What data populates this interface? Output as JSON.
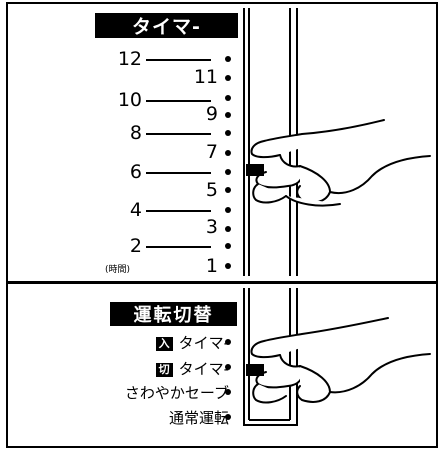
{
  "timer_panel": {
    "title": "タイマ-",
    "hours_left": [
      "12",
      "10",
      "8",
      "6",
      "4",
      "2"
    ],
    "hours_right": [
      "11",
      "9",
      "7",
      "5",
      "3",
      "1"
    ],
    "unit": "(時間)"
  },
  "mode_panel": {
    "title": "運転切替",
    "options": [
      {
        "badge": "入",
        "label": "タイマ-"
      },
      {
        "badge": "切",
        "label": "タイマ-"
      },
      {
        "badge": "",
        "label": "さわやかセーブ"
      },
      {
        "badge": "",
        "label": "通常運転"
      }
    ]
  }
}
